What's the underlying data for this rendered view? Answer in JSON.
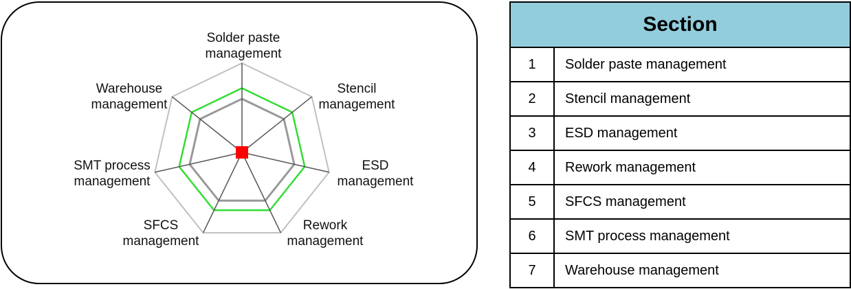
{
  "radar": {
    "axes": [
      {
        "lines": [
          "Solder paste",
          "management"
        ]
      },
      {
        "lines": [
          "Stencil",
          "management"
        ]
      },
      {
        "lines": [
          "ESD",
          "management"
        ]
      },
      {
        "lines": [
          "Rework",
          "management"
        ]
      },
      {
        "lines": [
          "SFCS",
          "management"
        ]
      },
      {
        "lines": [
          "SMT process",
          "management"
        ]
      },
      {
        "lines": [
          "Warehouse",
          "management"
        ]
      }
    ],
    "levels": {
      "outer": 1.0,
      "green": 0.72,
      "gray": 0.6,
      "center_marker": 0.06
    },
    "colors": {
      "outer": "#c0c0c0",
      "green": "#33dd33",
      "gray": "#999999",
      "axis": "#555555",
      "marker": "#ff0000"
    }
  },
  "table": {
    "header": "Section",
    "rows": [
      {
        "num": "1",
        "name": "Solder paste management"
      },
      {
        "num": "2",
        "name": "Stencil management"
      },
      {
        "num": "3",
        "name": "ESD management"
      },
      {
        "num": "4",
        "name": "Rework management"
      },
      {
        "num": "5",
        "name": "SFCS management"
      },
      {
        "num": "6",
        "name": "SMT process management"
      },
      {
        "num": "7",
        "name": "Warehouse management"
      }
    ]
  }
}
